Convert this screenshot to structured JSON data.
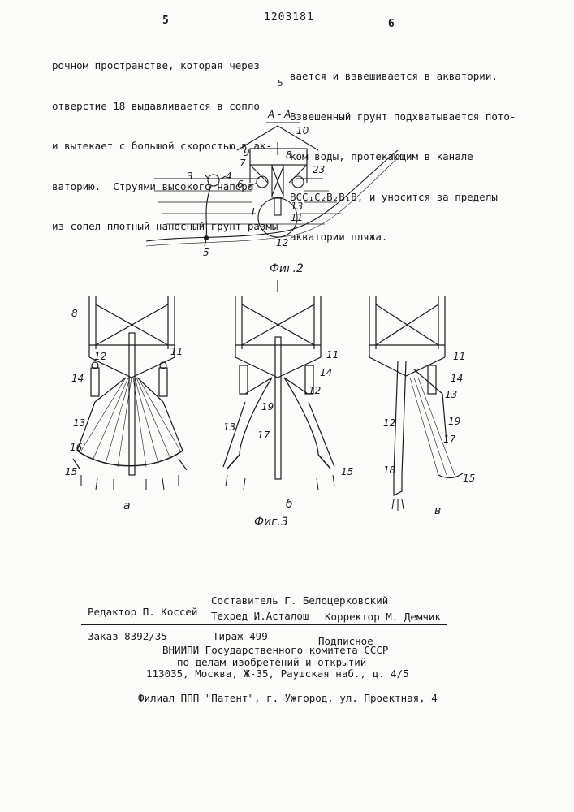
{
  "header": {
    "page_left": "5",
    "patent_number": "1203181",
    "page_right": "6"
  },
  "text_left": [
    "рочном пространстве, которая через",
    "отверстие 18 выдавливается в сопло",
    "и вытекает с большой скоростью в ак-",
    "ваторию.  Струями высокого напора",
    "из сопел плотный наносный грунт размы-"
  ],
  "text_right": [
    "вается и взвешивается в акватории.",
    "Взвешенный грунт подхватывается пото-",
    "ком воды, протекающим в канале",
    "ВСС₁С₂В₂В₁В, и уносится за пределы",
    "акватории пляжа."
  ],
  "line_marker": "5",
  "fig2": {
    "section": "А - А",
    "caption": "Фиг.2",
    "numbers": [
      "10",
      "9",
      "8",
      "7",
      "6",
      "23",
      "3",
      "4",
      "I",
      "13",
      "11",
      "5",
      "12"
    ]
  },
  "fig3": {
    "caption": "Фиг.3",
    "panel_letters": [
      "а",
      "б",
      "в"
    ],
    "numbers_a": [
      "8",
      "12",
      "11",
      "14",
      "13",
      "16",
      "15"
    ],
    "numbers_b": [
      "11",
      "14",
      "12",
      "19",
      "13",
      "17",
      "15"
    ],
    "numbers_c": [
      "11",
      "14",
      "13",
      "19",
      "12",
      "17",
      "18",
      "15"
    ]
  },
  "footer": {
    "editor": "Редактор П. Коссей",
    "compiler": "Составитель Г. Белоцерковский",
    "techred": "Техред И.Асталош",
    "corrector": "Корректор М. Демчик",
    "order": "Заказ 8392/35",
    "circulation": "Тираж 499",
    "subscription": "Подписное",
    "org1": "ВНИИПИ Государственного комитета СССР",
    "org2": "по делам изобретений и открытий",
    "address": "113035, Москва, Ж-35, Раушская наб., д. 4/5",
    "branch": "Филиал ППП \"Патент\", г. Ужгород, ул. Проектная, 4"
  }
}
